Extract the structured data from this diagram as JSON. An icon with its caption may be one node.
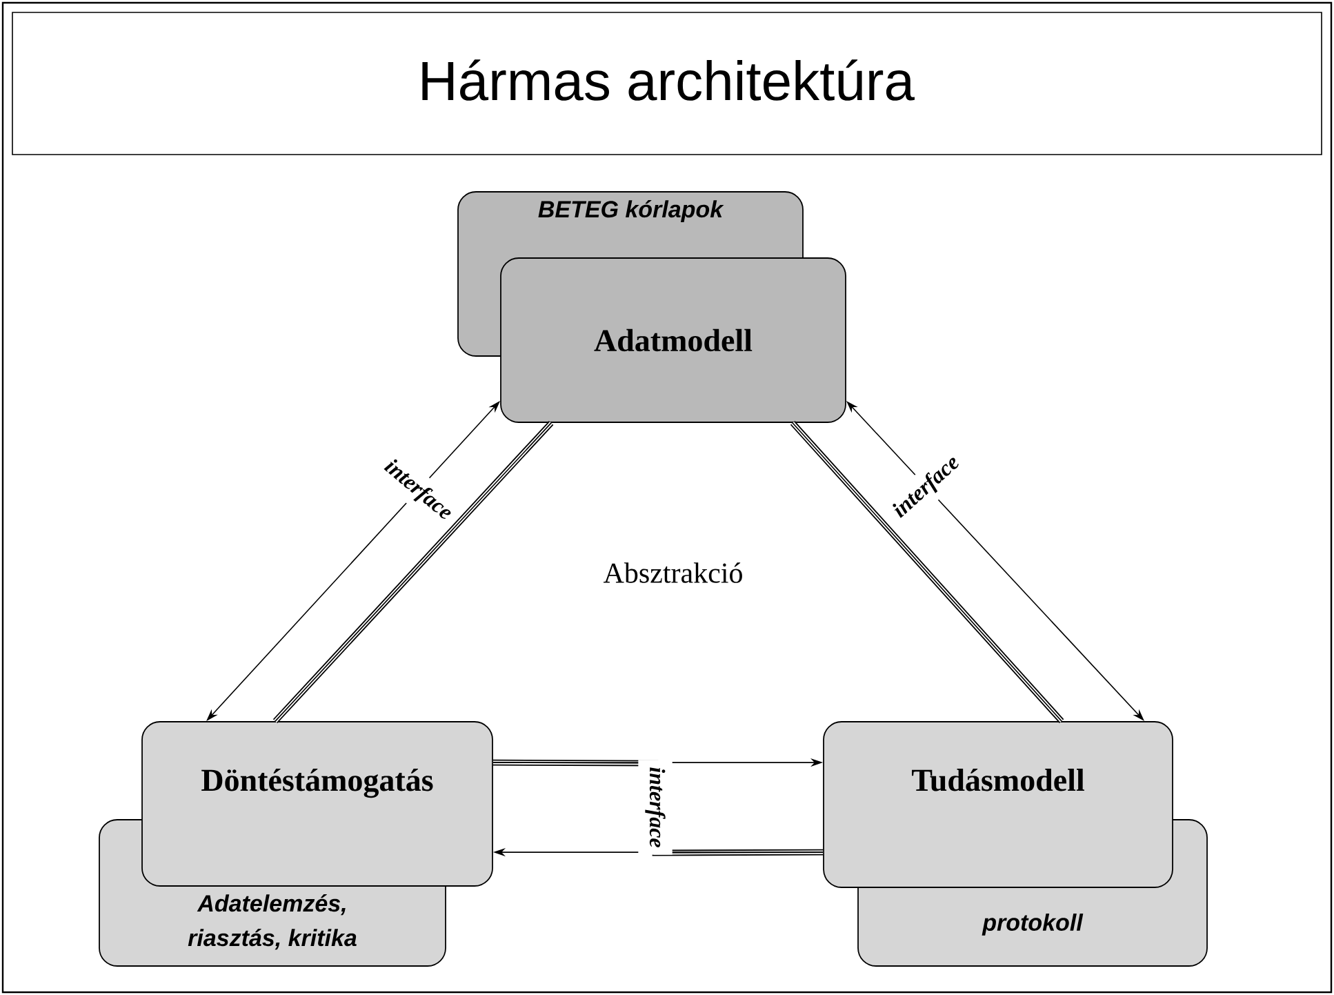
{
  "diagram": {
    "title": "Hármas architektúra",
    "nodes": [
      {
        "text": [
          "BETEG kórlapok"
        ]
      },
      {
        "text": [
          "Adatmodell"
        ]
      },
      {
        "text": [
          "Döntéstámogatás"
        ]
      },
      {
        "text": [
          "Adatelemzés, riasztás, kritika"
        ]
      },
      {
        "text": [
          "Tudásmodell"
        ]
      },
      {
        "text": [
          "protokoll"
        ]
      }
    ],
    "edges": [
      {
        "from": 2,
        "to": 1,
        "arrow": "none",
        "style": "thick"
      },
      {
        "from": 2,
        "to": 1,
        "arrow": "both",
        "label": "interface"
      },
      {
        "from": 1,
        "to": 4,
        "arrow": "none",
        "style": "thick"
      },
      {
        "from": 1,
        "to": 4,
        "arrow": "both",
        "label": "interface"
      },
      {
        "from": 2,
        "to": 4,
        "arrow": "none",
        "style": "thick"
      },
      {
        "from": 2,
        "to": 4,
        "arrow": "to",
        "label": "interface"
      },
      {
        "from": 4,
        "to": 2,
        "arrow": "to"
      }
    ],
    "labels": [
      "Absztrakció"
    ]
  }
}
